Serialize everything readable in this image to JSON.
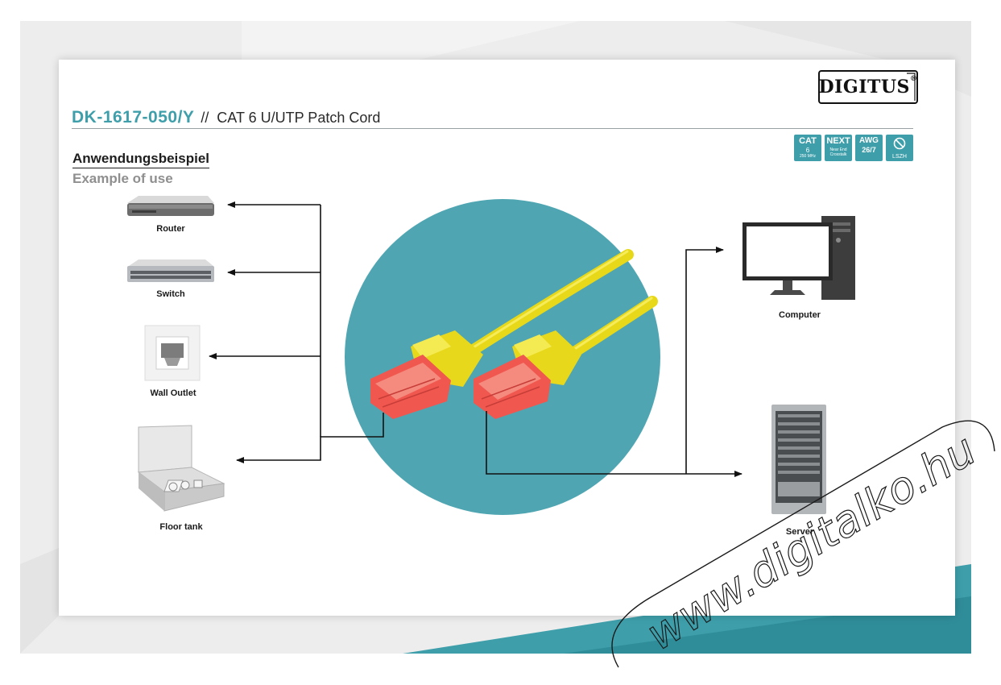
{
  "brand": {
    "logo": "DIGITUS",
    "registered": "®"
  },
  "product": {
    "code": "DK-1617-050/Y",
    "separator": "//",
    "description": "CAT 6 U/UTP Patch Cord"
  },
  "heading": {
    "german": "Anwendungsbeispiel",
    "english": "Example of use"
  },
  "badges": {
    "cat": {
      "title": "CAT",
      "value": "6",
      "sub": "250 MHz"
    },
    "next": {
      "title": "NEXT",
      "sub1": "Near End",
      "sub2": "Crosstalk"
    },
    "awg": {
      "title": "AWG",
      "value": "26/7"
    },
    "lszh": {
      "icon": "no-halogen-icon",
      "label": "LSZH"
    }
  },
  "devices": {
    "router": "Router",
    "switch": "Switch",
    "wall_outlet": "Wall Outlet",
    "floor_tank": "Floor tank",
    "computer": "Computer",
    "server": "Server"
  },
  "watermark": "www.digitalko.hu",
  "colors": {
    "accent": "#3e9fab",
    "circle": "#4fa6b2",
    "cable": "#f0e21e",
    "connector": "#f0574f",
    "text": "#1e1e1e"
  }
}
